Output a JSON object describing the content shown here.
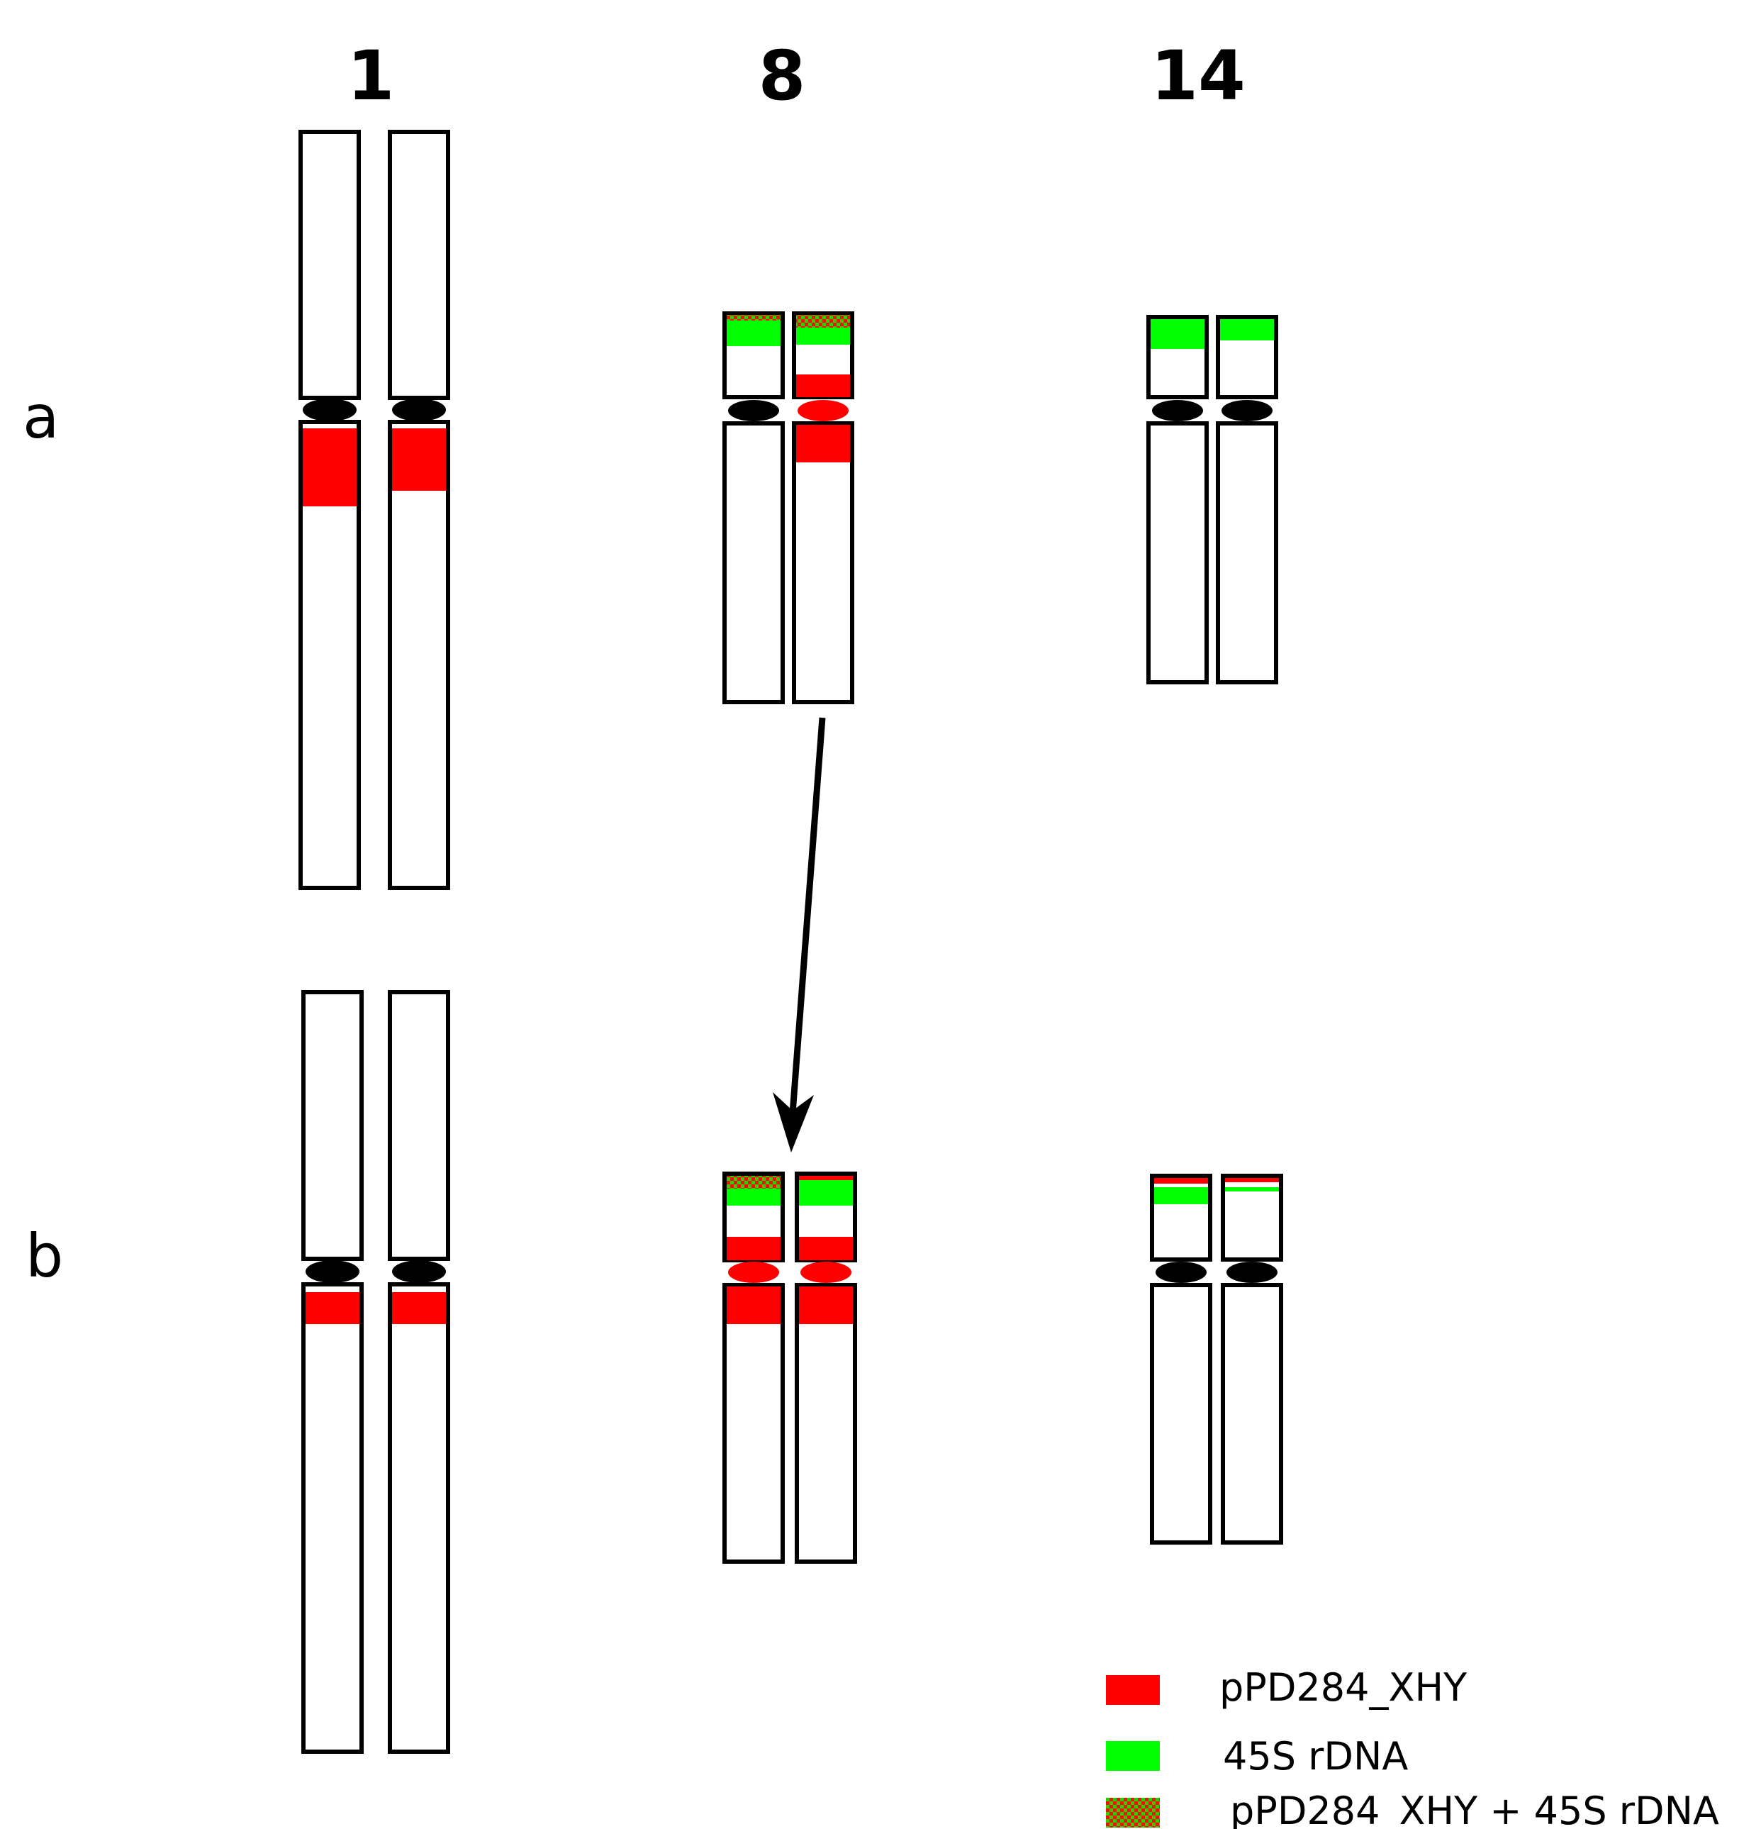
{
  "chromosome_labels": [
    "1",
    "8",
    "14"
  ],
  "row_labels": [
    "a",
    "b"
  ],
  "legend": {
    "items": [
      {
        "label": "pPD284_XHY",
        "color": "#ff0000",
        "pattern": "solid"
      },
      {
        "label": "45S rDNA",
        "color": "#00ff00",
        "pattern": "solid"
      },
      {
        "label": "pPD284_XHY + 45S rDNA",
        "color": "#cc6600",
        "pattern": "red-green-hatch"
      }
    ]
  },
  "colors": {
    "signal_red": "#ff0000",
    "signal_green": "#00ff00",
    "outline": "#000000",
    "background": "#ffffff"
  },
  "arrow": {
    "from": "row a chromosome 8",
    "to": "row b chromosome 8"
  }
}
